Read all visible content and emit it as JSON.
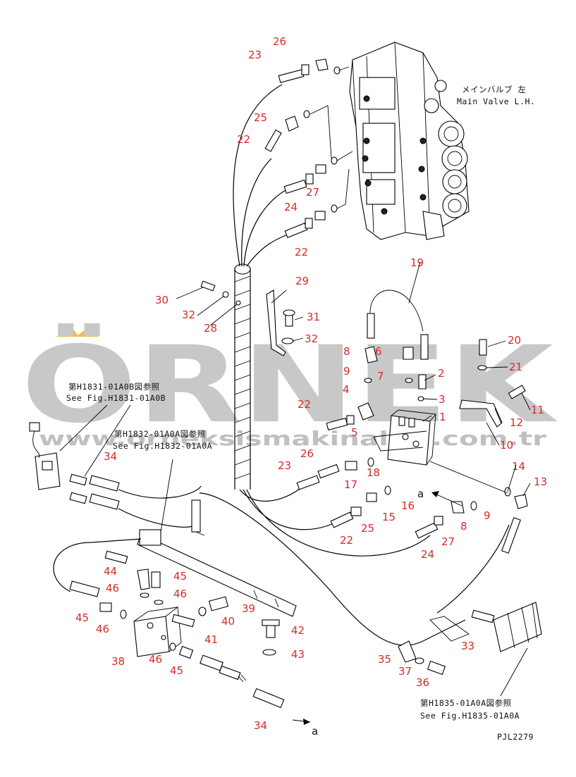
{
  "watermark": {
    "brand": "ÖRNEK",
    "url": "www.orneksismakinalari.com.tr",
    "color": "#c8c8c8",
    "accent": "#e8c24a"
  },
  "labels": {
    "main_valve_jp": "メインバルブ 左",
    "main_valve_en": "Main Valve L.H.",
    "ref1_jp": "第H1831-01A0B図参照",
    "ref1_en": "See Fig.H1831-01A0B",
    "ref2_jp": "第H1832-01A0A図参照",
    "ref2_en": "See Fig.H1832-01A0A",
    "ref3_jp": "第H1835-01A0A図参照",
    "ref3_en": "See Fig.H1835-01A0A",
    "drawing_no": "PJL2279",
    "arrow_a1": "a",
    "arrow_a2": "a"
  },
  "callouts": [
    {
      "id": "c26a",
      "text": "26"
    },
    {
      "id": "c23a",
      "text": "23"
    },
    {
      "id": "c25",
      "text": "25"
    },
    {
      "id": "c22a",
      "text": "22"
    },
    {
      "id": "c27a",
      "text": "27"
    },
    {
      "id": "c24a",
      "text": "24"
    },
    {
      "id": "c22b",
      "text": "22"
    },
    {
      "id": "c19",
      "text": "19"
    },
    {
      "id": "c29",
      "text": "29"
    },
    {
      "id": "c30",
      "text": "30"
    },
    {
      "id": "c32a",
      "text": "32"
    },
    {
      "id": "c28",
      "text": "28"
    },
    {
      "id": "c31",
      "text": "31"
    },
    {
      "id": "c32b",
      "text": "32"
    },
    {
      "id": "c20",
      "text": "20"
    },
    {
      "id": "c8a",
      "text": "8"
    },
    {
      "id": "c6",
      "text": "6"
    },
    {
      "id": "c9a",
      "text": "9"
    },
    {
      "id": "c7",
      "text": "7"
    },
    {
      "id": "c2",
      "text": "2"
    },
    {
      "id": "c21",
      "text": "21"
    },
    {
      "id": "c4",
      "text": "4"
    },
    {
      "id": "c3",
      "text": "3"
    },
    {
      "id": "c11",
      "text": "11"
    },
    {
      "id": "c22c",
      "text": "22"
    },
    {
      "id": "c1",
      "text": "1"
    },
    {
      "id": "c5",
      "text": "5"
    },
    {
      "id": "c12",
      "text": "12"
    },
    {
      "id": "c10",
      "text": "10"
    },
    {
      "id": "c26b",
      "text": "26"
    },
    {
      "id": "c14",
      "text": "14"
    },
    {
      "id": "c23b",
      "text": "23"
    },
    {
      "id": "c18",
      "text": "18"
    },
    {
      "id": "c13",
      "text": "13"
    },
    {
      "id": "c17",
      "text": "17"
    },
    {
      "id": "c16",
      "text": "16"
    },
    {
      "id": "c15",
      "text": "15"
    },
    {
      "id": "c8b",
      "text": "8"
    },
    {
      "id": "c9b",
      "text": "9"
    },
    {
      "id": "c25b",
      "text": "25"
    },
    {
      "id": "c22d",
      "text": "22"
    },
    {
      "id": "c27b",
      "text": "27"
    },
    {
      "id": "c24b",
      "text": "24"
    },
    {
      "id": "c34a",
      "text": "34"
    },
    {
      "id": "c44",
      "text": "44"
    },
    {
      "id": "c45a",
      "text": "45"
    },
    {
      "id": "c46a",
      "text": "46"
    },
    {
      "id": "c46b",
      "text": "46"
    },
    {
      "id": "c39",
      "text": "39"
    },
    {
      "id": "c40",
      "text": "40"
    },
    {
      "id": "c45b",
      "text": "45"
    },
    {
      "id": "c46c",
      "text": "46"
    },
    {
      "id": "c42",
      "text": "42"
    },
    {
      "id": "c41",
      "text": "41"
    },
    {
      "id": "c33",
      "text": "33"
    },
    {
      "id": "c38",
      "text": "38"
    },
    {
      "id": "c46d",
      "text": "46"
    },
    {
      "id": "c43",
      "text": "43"
    },
    {
      "id": "c45c",
      "text": "45"
    },
    {
      "id": "c35",
      "text": "35"
    },
    {
      "id": "c37",
      "text": "37"
    },
    {
      "id": "c36",
      "text": "36"
    },
    {
      "id": "c34b",
      "text": "34"
    }
  ]
}
